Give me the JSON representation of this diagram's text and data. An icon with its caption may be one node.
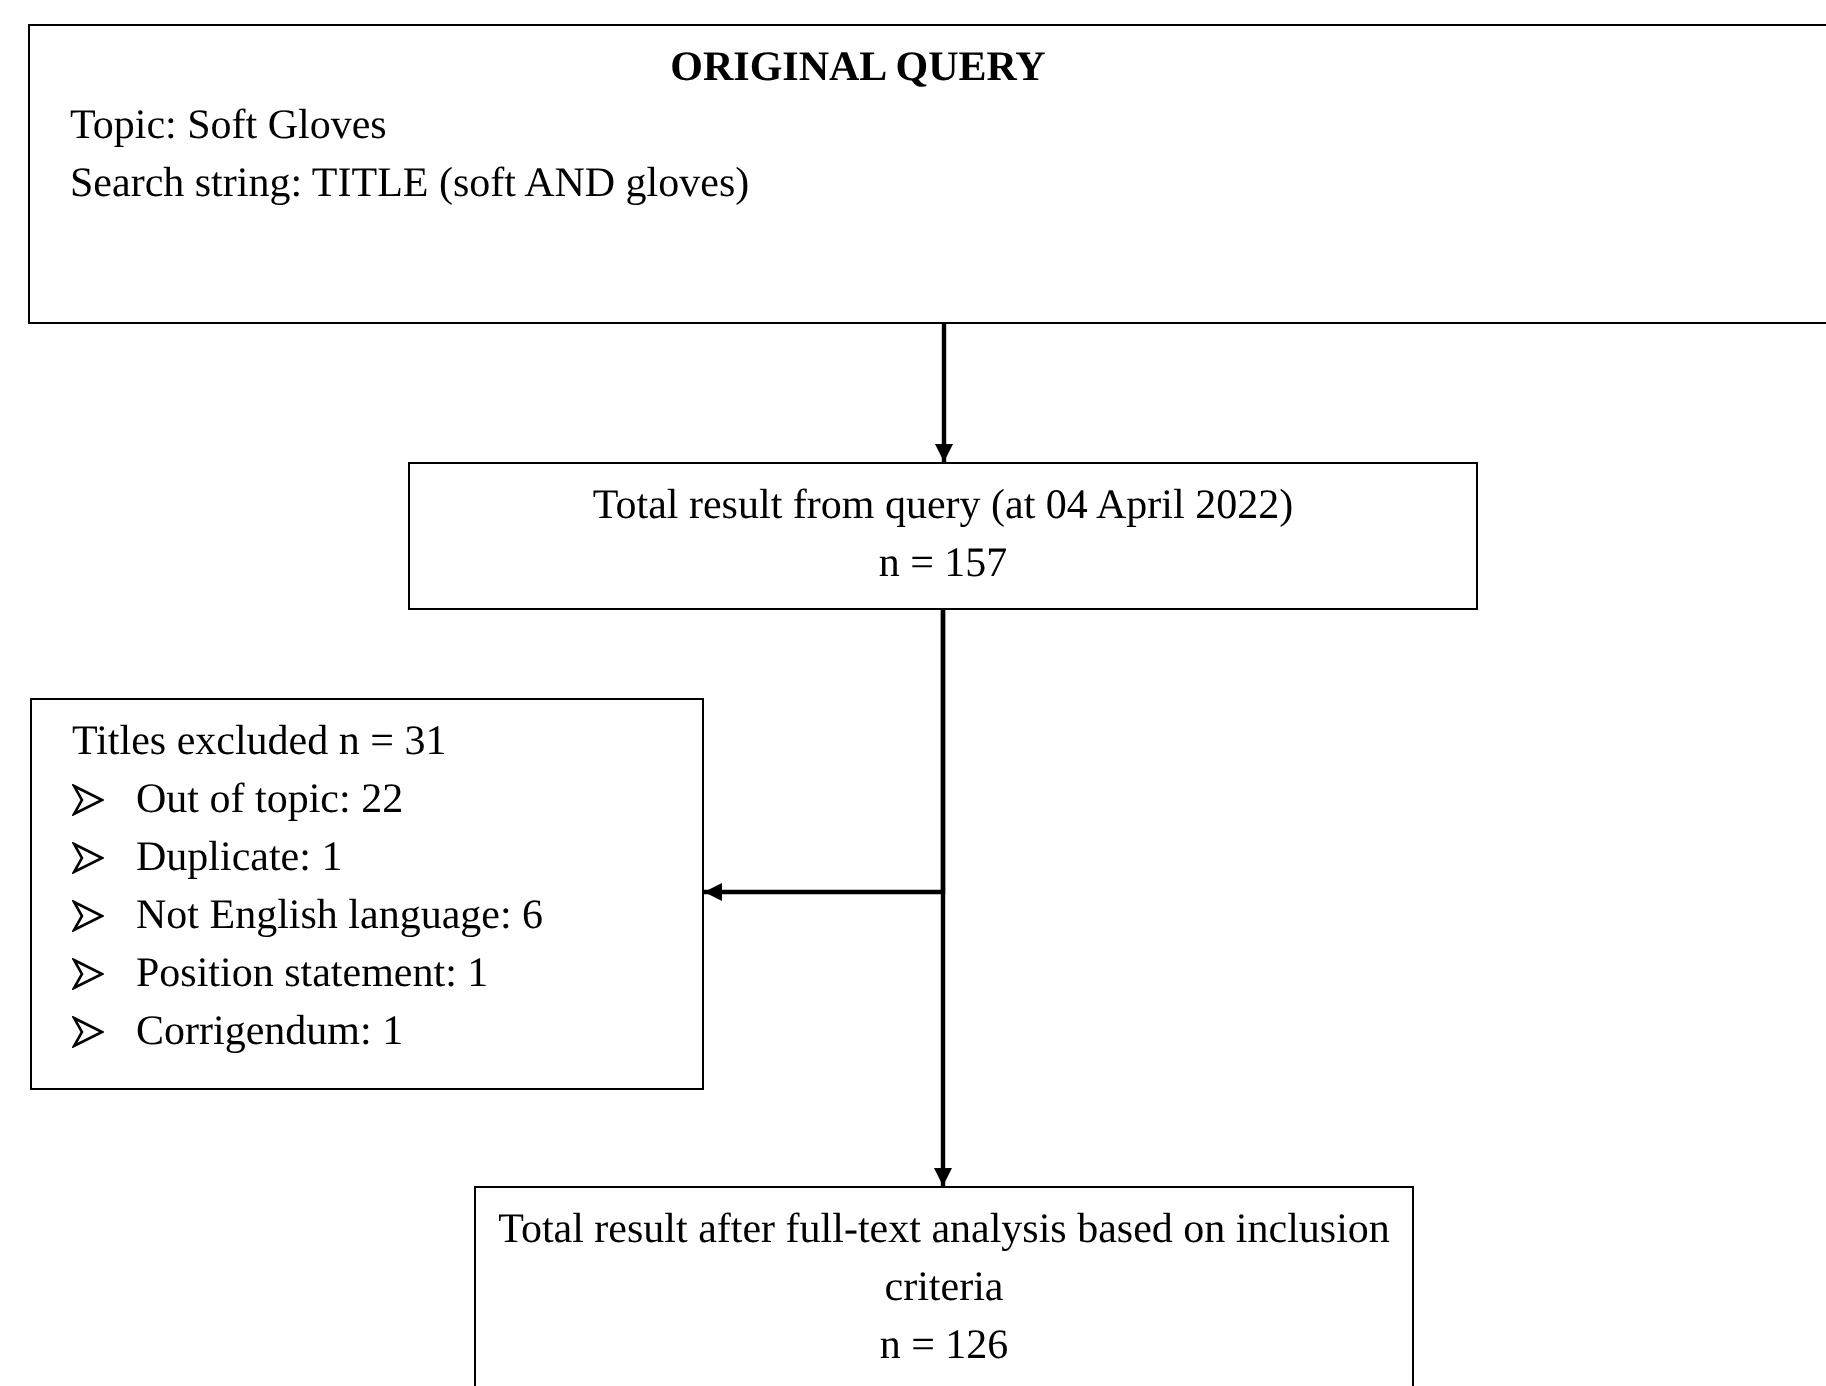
{
  "diagram": {
    "nodes": [
      {
        "text": [
          "ORIGINAL QUERY",
          "Topic: Soft Gloves",
          "Search string: TITLE (soft AND gloves)"
        ]
      },
      {
        "text": [
          "Total result from query (at 04 April 2022)",
          "n = 157"
        ]
      },
      {
        "text": [
          "Titles excluded n = 31",
          "Out of topic: 22",
          "Duplicate: 1",
          "Not English language: 6",
          "Position statement: 1",
          "Corrigendum: 1"
        ]
      },
      {
        "text": [
          "Total result after full-text analysis based on inclusion criteria",
          "n = 126"
        ]
      }
    ],
    "edges": [
      {
        "from": 0,
        "to": 1,
        "arrow": "to"
      },
      {
        "from": 1,
        "to": 2,
        "arrow": "to"
      },
      {
        "from": 1,
        "to": 3,
        "arrow": "to"
      }
    ]
  }
}
